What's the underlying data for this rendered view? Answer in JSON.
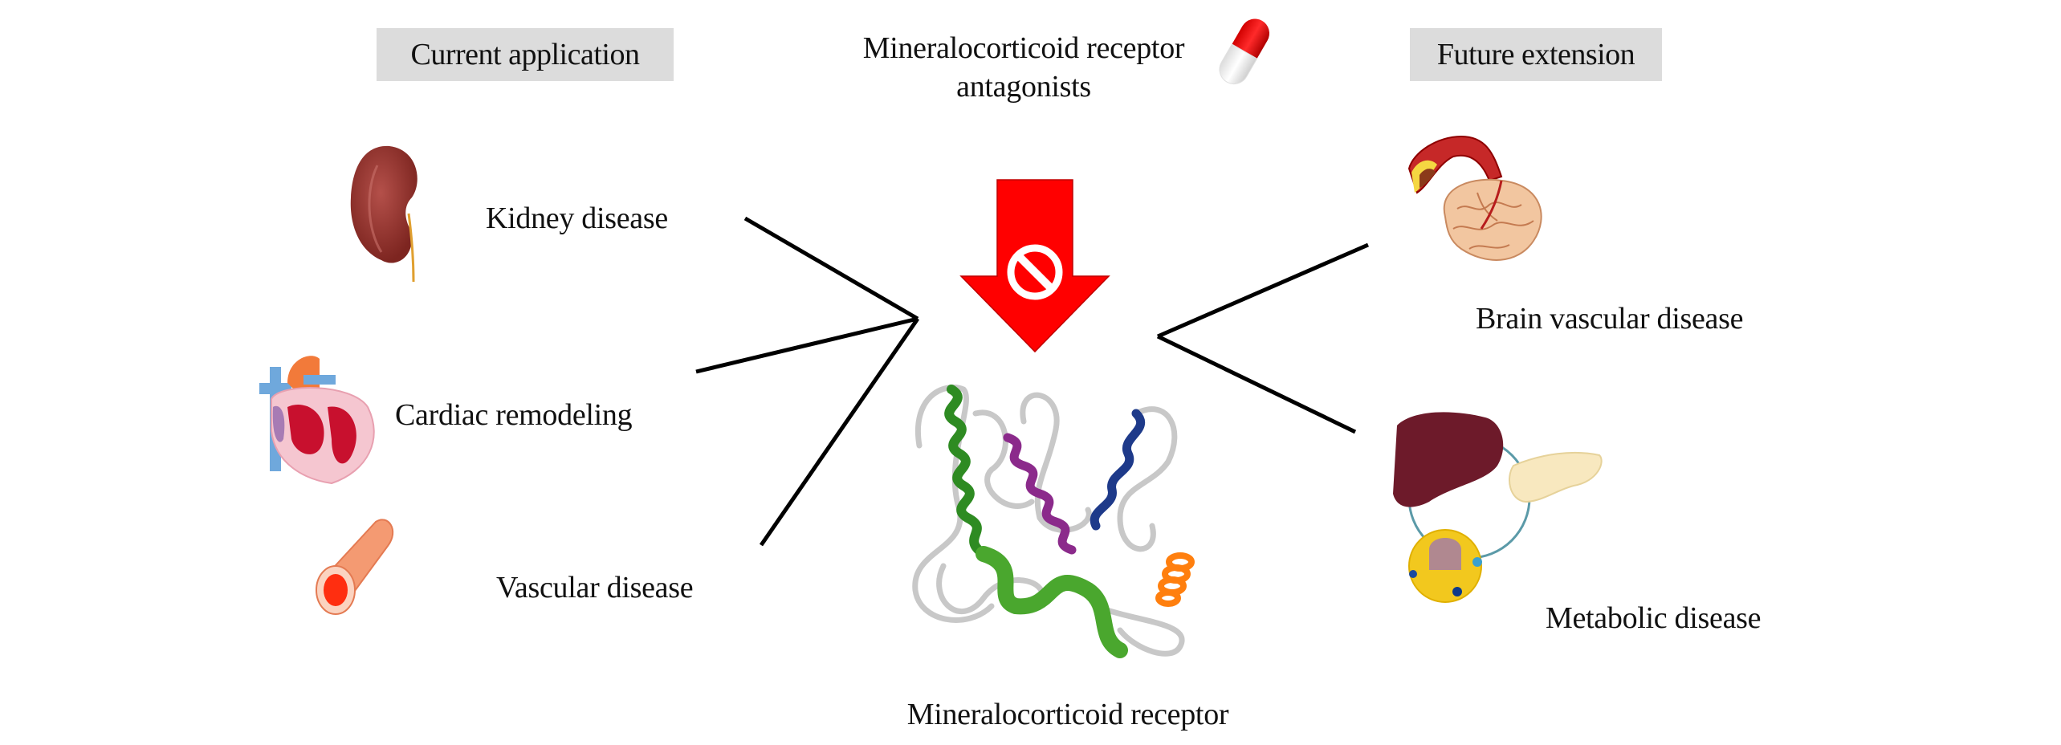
{
  "headers": {
    "left": "Current application",
    "right": "Future extension"
  },
  "drug": {
    "label_line1": "Mineralocorticoid receptor",
    "label_line2": "antagonists",
    "icon": "pill-icon"
  },
  "inhibition": {
    "icon": "prohibition-icon",
    "arrow_color": "#ff0000"
  },
  "receptor": {
    "label": "Mineralocorticoid receptor",
    "icon": "protein-structure-icon"
  },
  "current_applications": [
    {
      "label": "Kidney disease",
      "icon": "kidney-icon"
    },
    {
      "label": "Cardiac remodeling",
      "icon": "heart-icon"
    },
    {
      "label": "Vascular disease",
      "icon": "blood-vessel-icon"
    }
  ],
  "future_extensions": [
    {
      "label": "Brain vascular disease",
      "icon": "brain-icon"
    },
    {
      "label": "Metabolic disease",
      "icon": "liver-pancreas-adipocyte-icon"
    }
  ]
}
